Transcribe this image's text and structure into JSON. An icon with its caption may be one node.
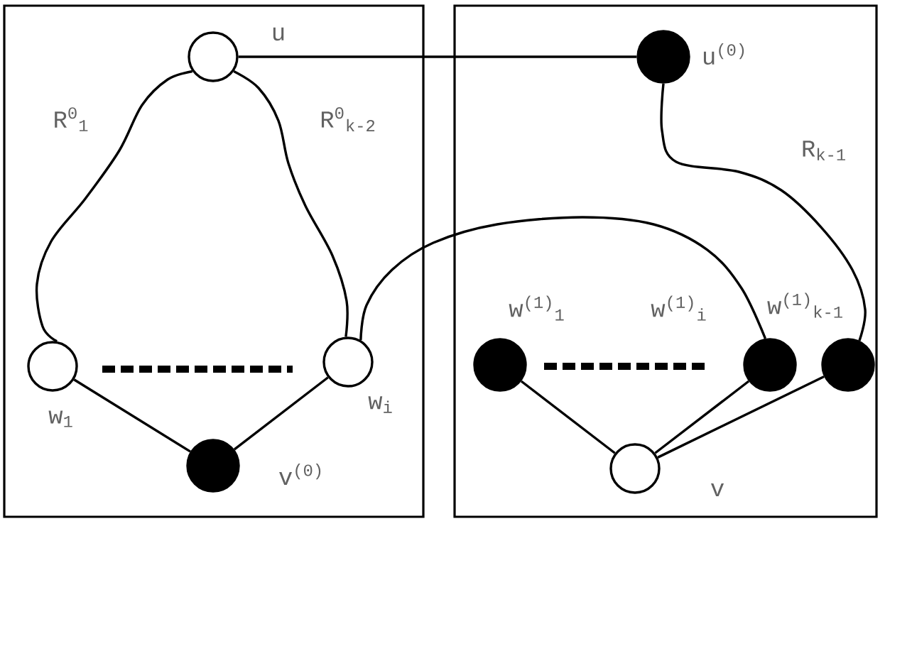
{
  "diagram": {
    "nodes": [
      {
        "text": [],
        "shape": "box"
      },
      {
        "text": [],
        "shape": "circle",
        "in": 0,
        "beside": [
          "u"
        ]
      },
      {
        "text": [],
        "shape": "circle",
        "in": 0,
        "beside": [
          "w$_{1}$"
        ]
      },
      {
        "text": [],
        "shape": "circle",
        "in": 0,
        "beside": [
          "w$_{i}$"
        ]
      },
      {
        "text": [],
        "shape": "dot",
        "in": 0,
        "beside": [
          "v$^{(0)}$"
        ]
      },
      {
        "text": [],
        "shape": "box"
      },
      {
        "text": [],
        "shape": "dot",
        "in": 5,
        "beside": [
          "u$^{(0)}$"
        ]
      },
      {
        "text": [],
        "shape": "dot",
        "in": 5,
        "beside": [
          "w$^{(1)}$$_{1}$"
        ]
      },
      {
        "text": [],
        "shape": "dot",
        "in": 5,
        "beside": [
          "w$^{(1)}$$_{i}$"
        ]
      },
      {
        "text": [],
        "shape": "dot",
        "in": 5,
        "beside": [
          "w$^{(1)}$$_{k-1}$"
        ]
      },
      {
        "text": [],
        "shape": "circle",
        "in": 5,
        "beside": [
          "v"
        ]
      }
    ],
    "edges": [
      {
        "from": 1,
        "to": 2,
        "arrow": "none",
        "label": "R$^{0}$$_{1}$"
      },
      {
        "from": 1,
        "to": 3,
        "arrow": "none",
        "label": "R$^{0}$$_{k-2}$"
      },
      {
        "from": 2,
        "to": 4,
        "arrow": "none"
      },
      {
        "from": 3,
        "to": 4,
        "arrow": "none"
      },
      {
        "from": 1,
        "to": 6,
        "arrow": "none"
      },
      {
        "from": 3,
        "to": 8,
        "arrow": "none"
      },
      {
        "from": 6,
        "to": 9,
        "arrow": "none",
        "label": "R$_{k-1}$"
      },
      {
        "from": 7,
        "to": 10,
        "arrow": "none"
      },
      {
        "from": 8,
        "to": 10,
        "arrow": "none"
      },
      {
        "from": 9,
        "to": 10,
        "arrow": "none"
      }
    ]
  }
}
